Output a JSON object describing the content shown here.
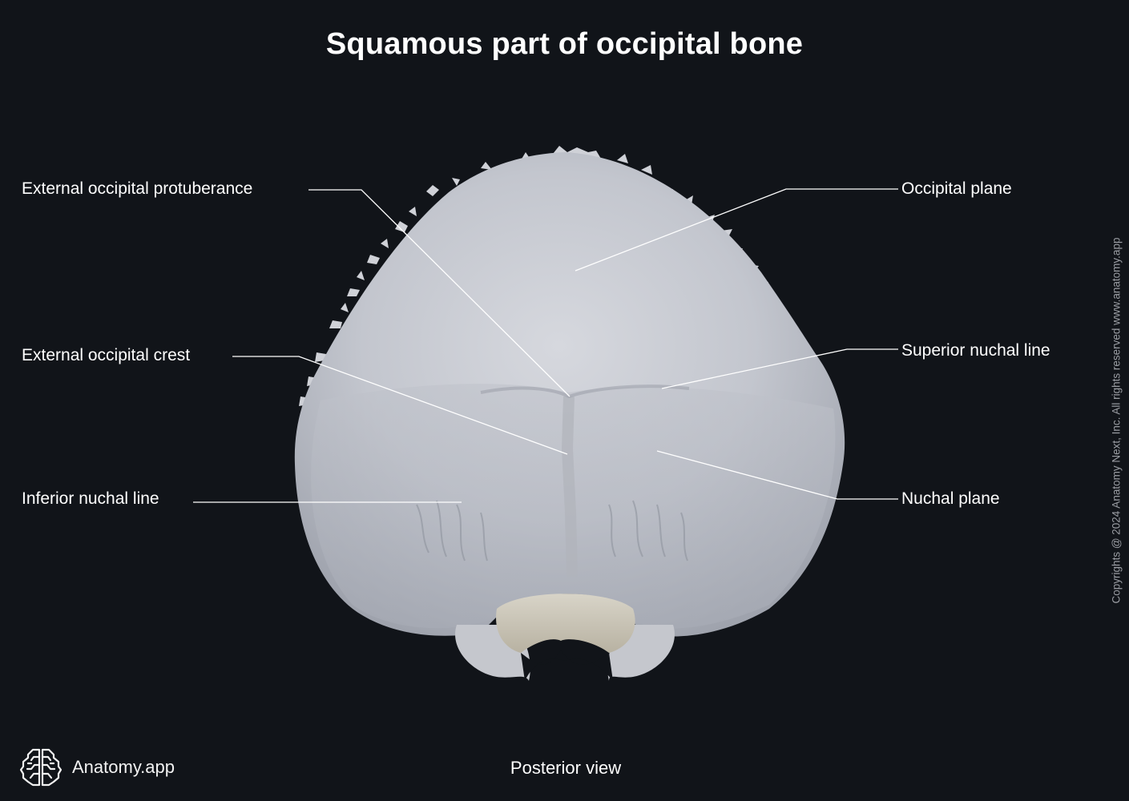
{
  "header": {
    "title": "Squamous part of occipital bone"
  },
  "figure": {
    "subject": "occipital-bone-squamous-part",
    "view": "Posterior view",
    "background_color": "#111419",
    "bone_color": "#c9ccd3",
    "leader_line_color": "#ffffff"
  },
  "labels": {
    "left": [
      {
        "id": "external-occipital-protuberance",
        "text": "External occipital protuberance"
      },
      {
        "id": "external-occipital-crest",
        "text": "External occipital crest"
      },
      {
        "id": "inferior-nuchal-line",
        "text": "Inferior nuchal line"
      }
    ],
    "right": [
      {
        "id": "occipital-plane",
        "text": "Occipital plane"
      },
      {
        "id": "superior-nuchal-line",
        "text": "Superior nuchal line"
      },
      {
        "id": "nuchal-plane",
        "text": "Nuchal plane"
      }
    ]
  },
  "footer": {
    "brand_icon": "brain-icon",
    "brand_name": "Anatomy.app",
    "view_caption": "Posterior view",
    "copyright": "Copyrights @ 2024 Anatomy Next, Inc. All rights reserved www.anatomy.app"
  }
}
